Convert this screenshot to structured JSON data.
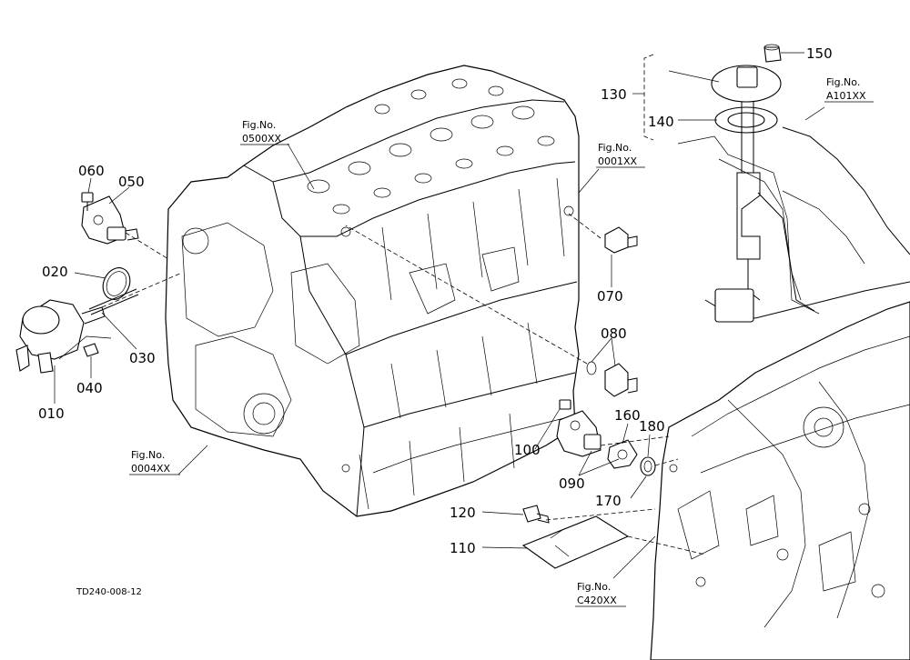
{
  "diagram_code": "TD240-008-12",
  "part_labels": {
    "p010": "010",
    "p020": "020",
    "p030": "030",
    "p040": "040",
    "p050": "050",
    "p060": "060",
    "p070": "070",
    "p080": "080",
    "p090": "090",
    "p100": "100",
    "p110": "110",
    "p120": "120",
    "p130": "130",
    "p140": "140",
    "p150": "150",
    "p160": "160",
    "p170": "170",
    "p180": "180"
  },
  "figure_refs": {
    "f0500": {
      "prefix": "Fig.No.",
      "number": "0500XX"
    },
    "f0001": {
      "prefix": "Fig.No.",
      "number": "0001XX"
    },
    "fA101": {
      "prefix": "Fig.No.",
      "number": "A101XX"
    },
    "f0004": {
      "prefix": "Fig.No.",
      "number": "0004XX"
    },
    "fC420": {
      "prefix": "Fig.No.",
      "number": "C420XX"
    }
  }
}
